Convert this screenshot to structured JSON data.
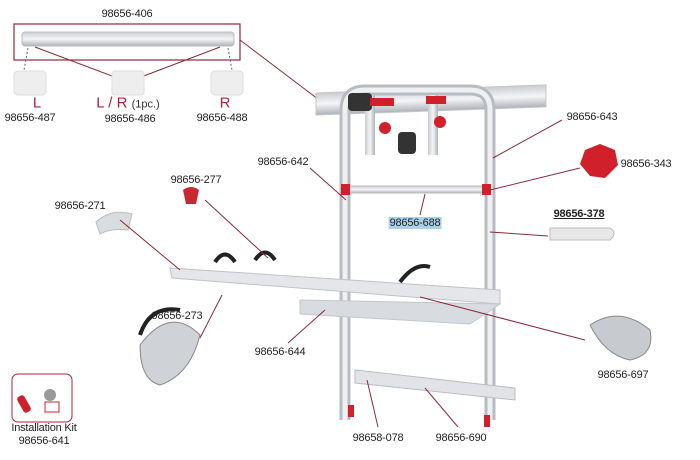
{
  "title": "Carry-Bike spare parts diagram",
  "colors": {
    "leader": "#8b2a3a",
    "accent": "#d0202a",
    "highlight": "#a9d1ea"
  },
  "parts": {
    "top_bar": "98656-406",
    "cap_left_side": "L",
    "cap_left": "98656-487",
    "cap_center_side": "L / R",
    "cap_center_qty": "(1pc.)",
    "cap_center": "98656-486",
    "cap_right_side": "R",
    "cap_right": "98656-488",
    "frame": "98656-643",
    "red_knob": "98656-343",
    "upright": "98656-642",
    "wheel_knob": "98656-277",
    "cross_bar": "98656-688",
    "clamp": "98656-378",
    "rail_end": "98656-271",
    "wheel_holder": "98656-273",
    "rail": "98656-644",
    "wheel_cradle": "98656-697",
    "kit_name": "Installation Kit",
    "kit": "98656-641",
    "bottom_pin": "98658-078",
    "bottom_bar": "98656-690"
  }
}
